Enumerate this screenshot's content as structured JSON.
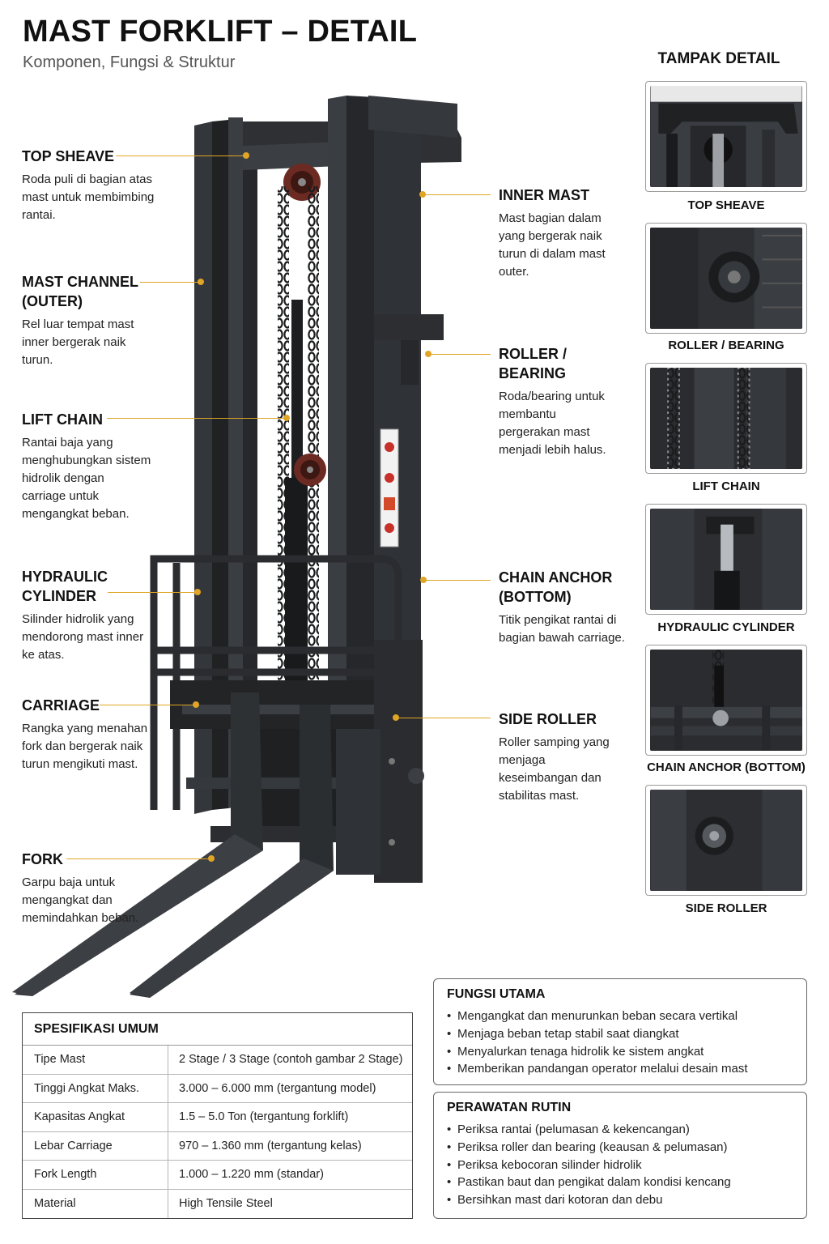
{
  "header": {
    "title": "MAST FORKLIFT – DETAIL",
    "subtitle": "Komponen, Fungsi & Struktur"
  },
  "colors": {
    "accent": "#e0a526",
    "mast": "#2b2d30",
    "sheave": "#6b2a22"
  },
  "callouts": {
    "top_sheave": {
      "title": "TOP SHEAVE",
      "desc": "Roda puli di bagian atas mast untuk membimbing rantai."
    },
    "mast_channel": {
      "title": "MAST CHANNEL (OUTER)",
      "desc": "Rel luar tempat mast inner bergerak naik turun."
    },
    "lift_chain": {
      "title": "LIFT CHAIN",
      "desc": "Rantai baja yang menghubungkan sistem hidrolik dengan carriage untuk mengangkat beban."
    },
    "hydraulic_cylinder": {
      "title": "HYDRAULIC CYLINDER",
      "desc": "Silinder hidrolik yang mendorong mast inner ke atas."
    },
    "carriage": {
      "title": "CARRIAGE",
      "desc": "Rangka yang menahan fork dan bergerak naik turun mengikuti mast."
    },
    "fork": {
      "title": "FORK",
      "desc": "Garpu baja untuk mengangkat dan memindahkan beban."
    },
    "inner_mast": {
      "title": "INNER MAST",
      "desc": "Mast bagian dalam yang bergerak naik turun di dalam mast outer."
    },
    "roller_bearing": {
      "title": "ROLLER / BEARING",
      "desc": "Roda/bearing untuk membantu pergerakan mast menjadi lebih halus."
    },
    "chain_anchor": {
      "title": "CHAIN ANCHOR (BOTTOM)",
      "desc": "Titik pengikat rantai di bagian bawah carriage."
    },
    "side_roller": {
      "title": "SIDE ROLLER",
      "desc": "Roller samping yang menjaga keseimbangan dan stabilitas mast."
    }
  },
  "detail_view": {
    "heading": "TAMPAK DETAIL",
    "items": [
      {
        "label": "TOP SHEAVE",
        "icon": "top-sheave-photo"
      },
      {
        "label": "ROLLER / BEARING",
        "icon": "roller-bearing-photo"
      },
      {
        "label": "LIFT CHAIN",
        "icon": "lift-chain-photo"
      },
      {
        "label": "HYDRAULIC CYLINDER",
        "icon": "hydraulic-cylinder-photo"
      },
      {
        "label": "CHAIN ANCHOR (BOTTOM)",
        "icon": "chain-anchor-photo"
      },
      {
        "label": "SIDE ROLLER",
        "icon": "side-roller-photo"
      }
    ]
  },
  "spec_table": {
    "heading": "SPESIFIKASI UMUM",
    "rows": [
      {
        "key": "Tipe Mast",
        "value": "2 Stage / 3 Stage (contoh gambar 2 Stage)"
      },
      {
        "key": "Tinggi Angkat Maks.",
        "value": "3.000 – 6.000 mm (tergantung model)"
      },
      {
        "key": "Kapasitas Angkat",
        "value": "1.5 – 5.0 Ton (tergantung forklift)"
      },
      {
        "key": "Lebar Carriage",
        "value": "970 – 1.360 mm (tergantung kelas)"
      },
      {
        "key": "Fork Length",
        "value": "1.000 – 1.220 mm (standar)"
      },
      {
        "key": "Material",
        "value": "High Tensile Steel"
      }
    ]
  },
  "fungsi_utama": {
    "heading": "FUNGSI UTAMA",
    "items": [
      "Mengangkat dan menurunkan beban secara vertikal",
      "Menjaga beban tetap stabil saat diangkat",
      "Menyalurkan tenaga hidrolik ke sistem angkat",
      "Memberikan pandangan operator melalui desain mast"
    ]
  },
  "perawatan_rutin": {
    "heading": "PERAWATAN RUTIN",
    "items": [
      "Periksa rantai (pelumasan & kekencangan)",
      "Periksa roller dan bearing (keausan & pelumasan)",
      "Periksa kebocoran silinder hidrolik",
      "Pastikan baut dan pengikat dalam kondisi kencang",
      "Bersihkan mast dari kotoran dan debu"
    ]
  }
}
